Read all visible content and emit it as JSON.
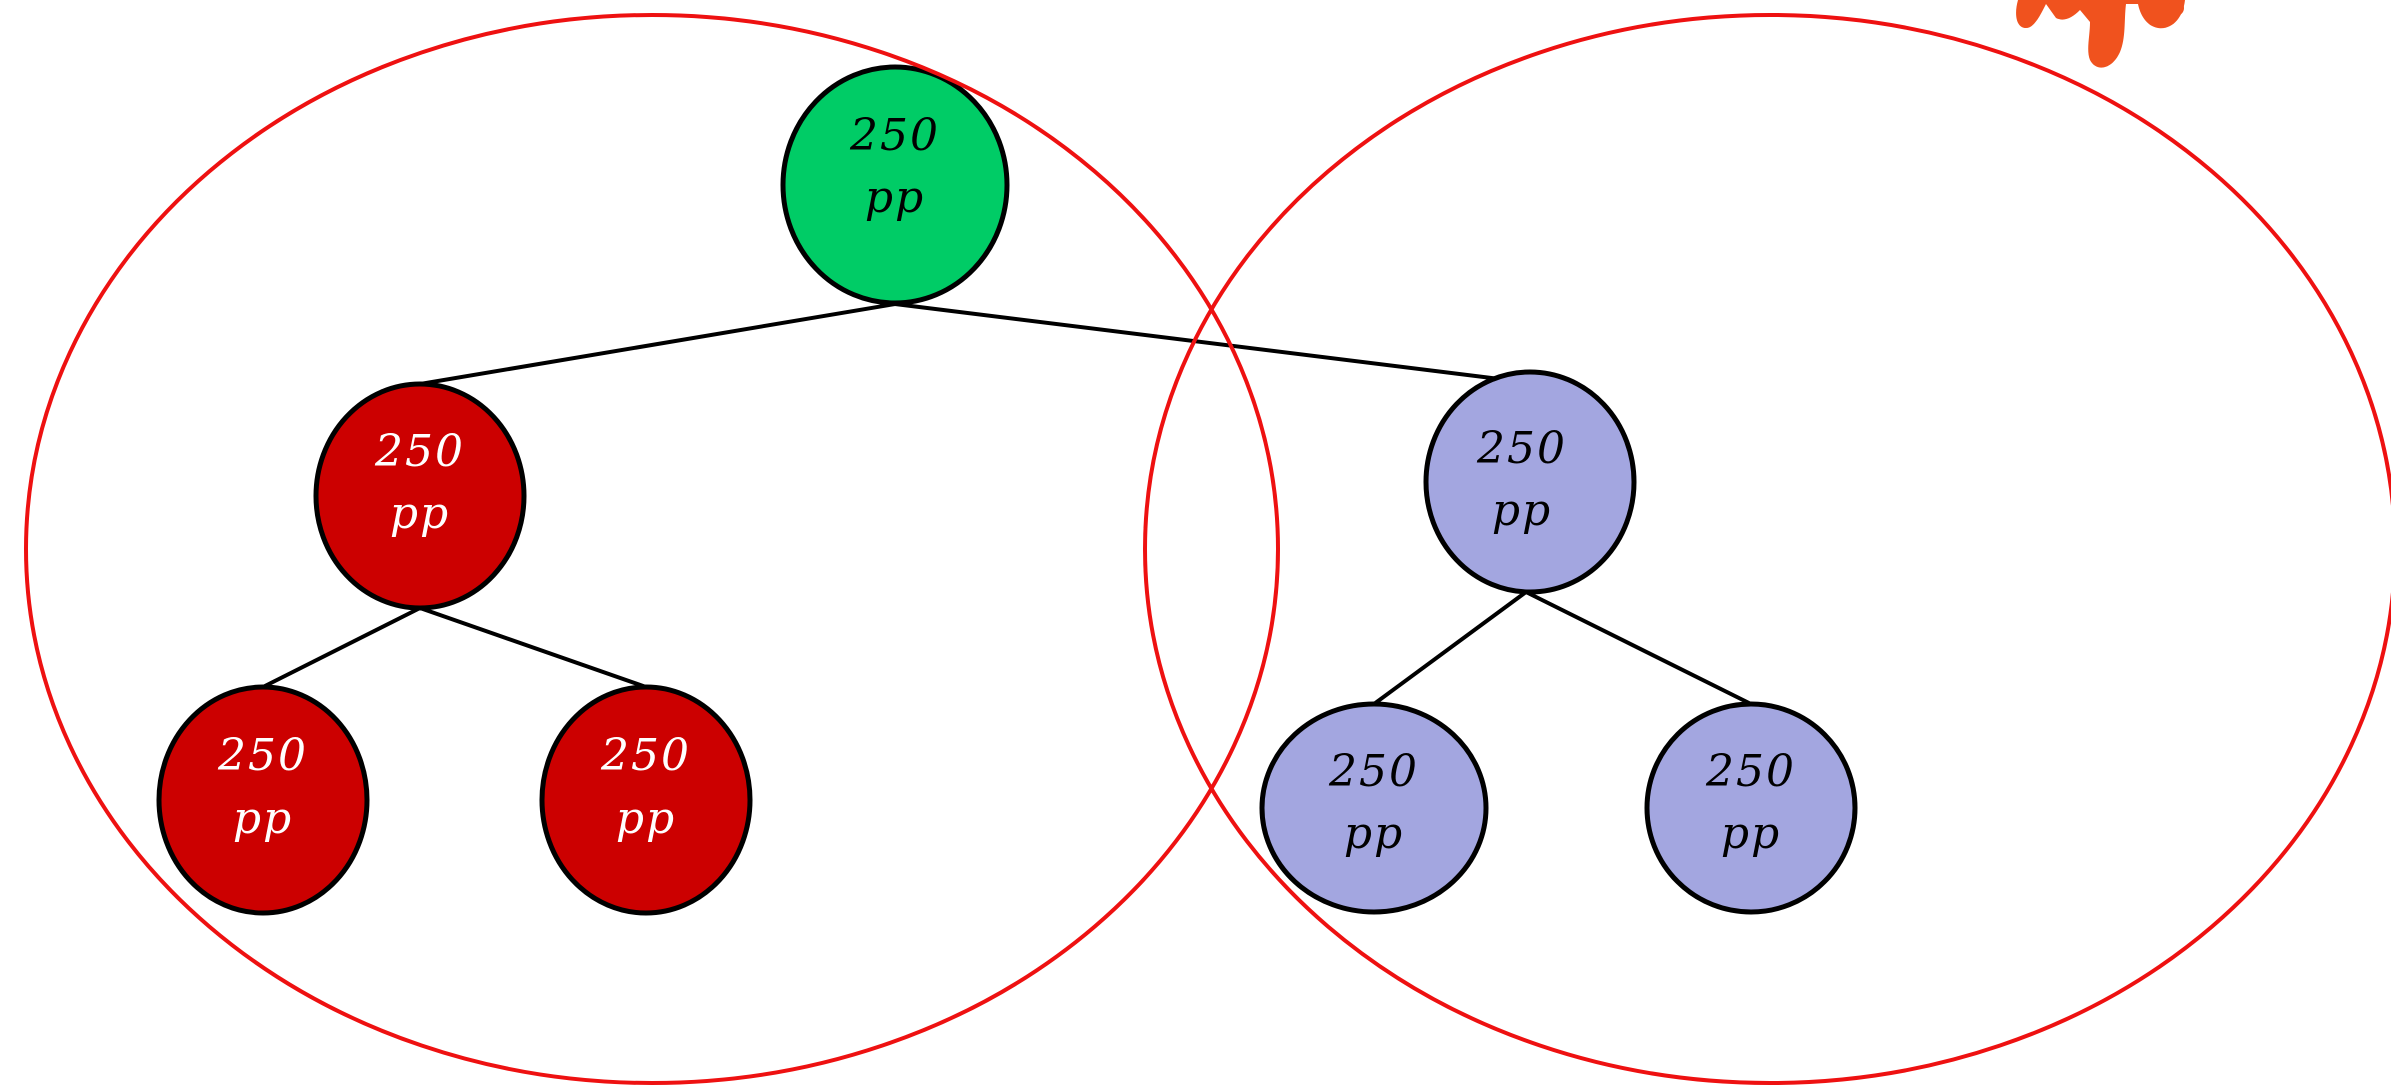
{
  "nodes": {
    "root": {
      "value": "250",
      "unit": "pp"
    },
    "left": {
      "value": "250",
      "unit": "pp"
    },
    "left_left": {
      "value": "250",
      "unit": "pp"
    },
    "left_right": {
      "value": "250",
      "unit": "pp"
    },
    "right": {
      "value": "250",
      "unit": "pp"
    },
    "right_left": {
      "value": "250",
      "unit": "pp"
    },
    "right_right": {
      "value": "250",
      "unit": "pp"
    }
  },
  "colors": {
    "root_fill": "#00CC66",
    "left_fill": "#CC0000",
    "right_fill": "#A3A6E0",
    "group_outline": "#EE1111",
    "edge": "#000000",
    "light_text": "#FFFFFF",
    "dark_text": "#000000",
    "decoration": "#F0521E"
  },
  "icons": {
    "corner_decoration": "paint-drip-icon"
  }
}
